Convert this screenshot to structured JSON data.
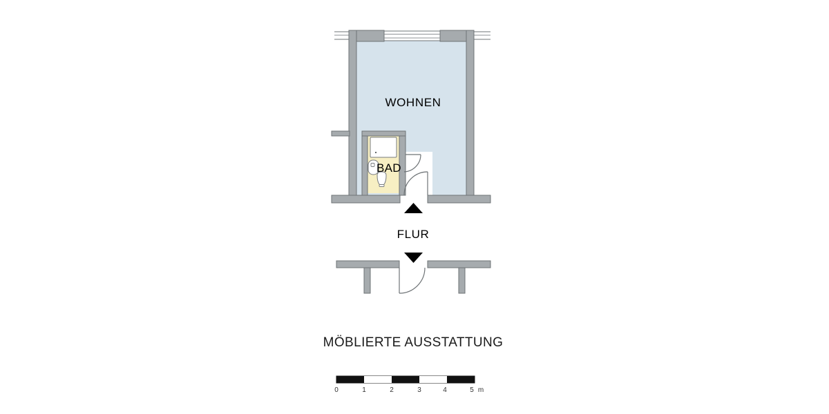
{
  "plan": {
    "title_caption": "MÖBLIERTE AUSSTATTUNG",
    "rooms": [
      {
        "id": "wohnen",
        "label": "WOHNEN",
        "fill": "#d6e3ec"
      },
      {
        "id": "bad",
        "label": "BAD",
        "fill": "#f7efc3"
      },
      {
        "id": "flur",
        "label": "FLUR",
        "fill": "#ffffff"
      }
    ],
    "colors": {
      "wall_fill": "#a6abae",
      "wall_stroke": "#6e7376",
      "living_fill": "#d6e3ec",
      "bath_fill": "#f7efc3",
      "fixture_fill": "#ffffff",
      "fixture_stroke": "#777b7e",
      "door_arc": "#6e7376",
      "arrow_fill": "#000000",
      "background": "#ffffff",
      "text": "#000000"
    },
    "fixtures": [
      {
        "id": "shower-tub",
        "name": "shower-tub"
      },
      {
        "id": "sink",
        "name": "sink"
      },
      {
        "id": "toilet",
        "name": "toilet"
      }
    ],
    "markers": [
      {
        "id": "arrow-up",
        "direction": "up"
      },
      {
        "id": "arrow-down",
        "direction": "down"
      }
    ],
    "doors": [
      {
        "id": "bath-door",
        "swing": "right"
      },
      {
        "id": "entry-door",
        "swing": "right"
      },
      {
        "id": "corridor-door",
        "swing": "right"
      }
    ],
    "windows": [
      {
        "id": "top-window",
        "position": "north-wall"
      }
    ]
  },
  "scalebar": {
    "unit": "m",
    "ticks": [
      "0",
      "1",
      "2",
      "3",
      "4",
      "5"
    ],
    "unit_suffix": "m",
    "segments": [
      {
        "from": "0",
        "to": "1",
        "fill": "black"
      },
      {
        "from": "1",
        "to": "2",
        "fill": "white"
      },
      {
        "from": "2",
        "to": "3",
        "fill": "black"
      },
      {
        "from": "3",
        "to": "4",
        "fill": "white"
      },
      {
        "from": "4",
        "to": "5",
        "fill": "black"
      }
    ]
  }
}
